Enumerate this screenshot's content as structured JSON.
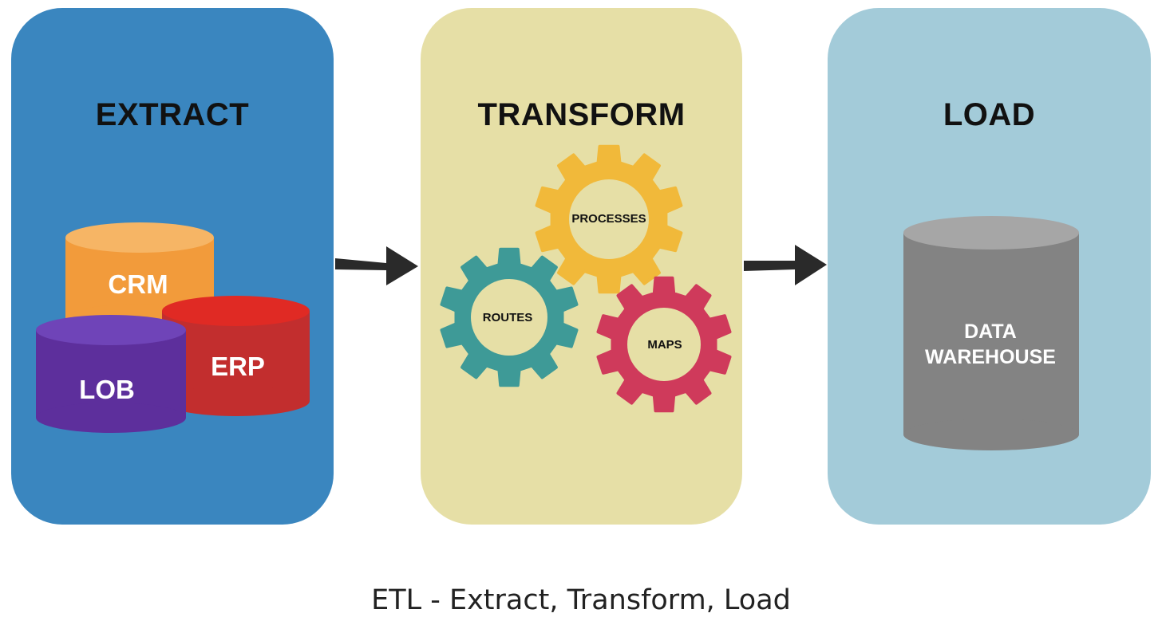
{
  "stages": {
    "extract": {
      "title": "EXTRACT",
      "sources": [
        {
          "label": "CRM",
          "color": "#f29b3b"
        },
        {
          "label": "ERP",
          "color": "#cc2f2f"
        },
        {
          "label": "LOB",
          "color": "#6a3aa6"
        }
      ]
    },
    "transform": {
      "title": "TRANSFORM",
      "gears": [
        {
          "label": "PROCESSES",
          "color": "#f1b93a"
        },
        {
          "label": "ROUTES",
          "color": "#3e9a97"
        },
        {
          "label": "MAPS",
          "color": "#cf3a5b"
        }
      ]
    },
    "load": {
      "title": "LOAD",
      "target": {
        "label_line1": "DATA",
        "label_line2": "WAREHOUSE",
        "color": "#8a8a8a"
      }
    }
  },
  "caption": "ETL - Extract, Transform, Load",
  "colors": {
    "extract_bg": "#3a86bf",
    "transform_bg": "#e6dfa6",
    "load_bg": "#a3cbd9",
    "arrow": "#2a2a2a"
  }
}
